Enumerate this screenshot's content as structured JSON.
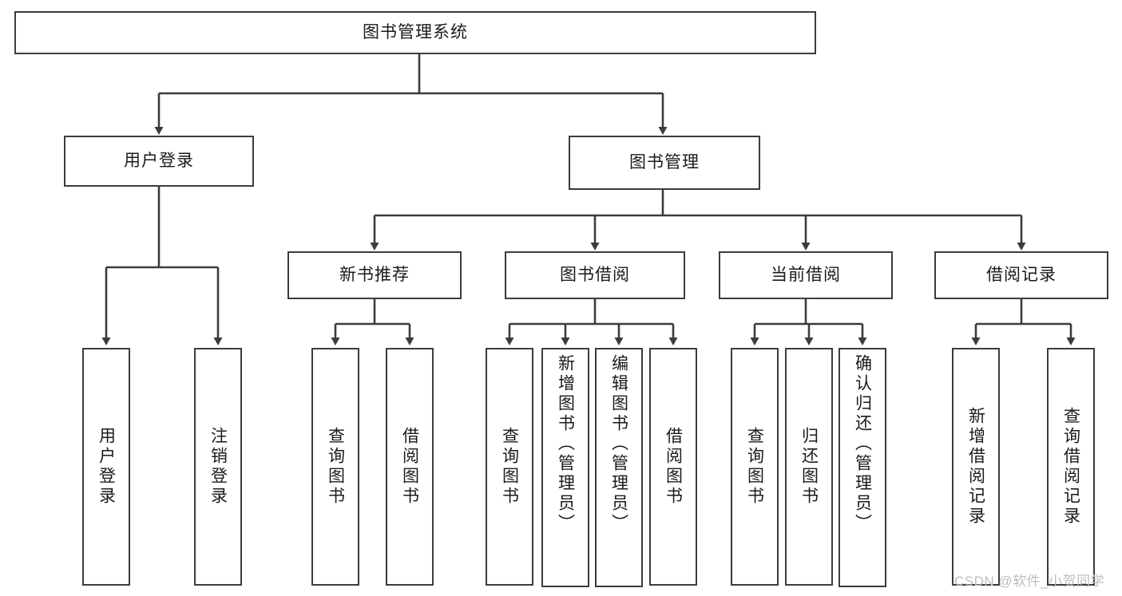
{
  "diagram": {
    "title": "图书管理系统",
    "type": "tree-hierarchy",
    "colors": {
      "background": "#ffffff",
      "stroke": "#3c3c3c",
      "text": "#1a1a1a",
      "watermark": "#bdbdbd"
    },
    "root": {
      "label": "图书管理系统"
    },
    "level2": [
      {
        "label": "用户登录"
      },
      {
        "label": "图书管理"
      }
    ],
    "level3": [
      {
        "label": "新书推荐"
      },
      {
        "label": "图书借阅"
      },
      {
        "label": "当前借阅"
      },
      {
        "label": "借阅记录"
      }
    ],
    "leaves": {
      "user_login": [
        {
          "label": "用户登录"
        },
        {
          "label": "注销登录"
        }
      ],
      "new_book_recommend": [
        {
          "label": "查询图书"
        },
        {
          "label": "借阅图书"
        }
      ],
      "book_borrow": [
        {
          "label": "查询图书"
        },
        {
          "label": "新增图书（管理员）"
        },
        {
          "label": "编辑图书（管理员）"
        },
        {
          "label": "借阅图书"
        }
      ],
      "current_borrow": [
        {
          "label": "查询图书"
        },
        {
          "label": "归还图书"
        },
        {
          "label": "确认归还（管理员）"
        }
      ],
      "borrow_record": [
        {
          "label": "新增借阅记录"
        },
        {
          "label": "查询借阅记录"
        }
      ]
    },
    "watermark": "CSDN @软件_小贺同学"
  }
}
